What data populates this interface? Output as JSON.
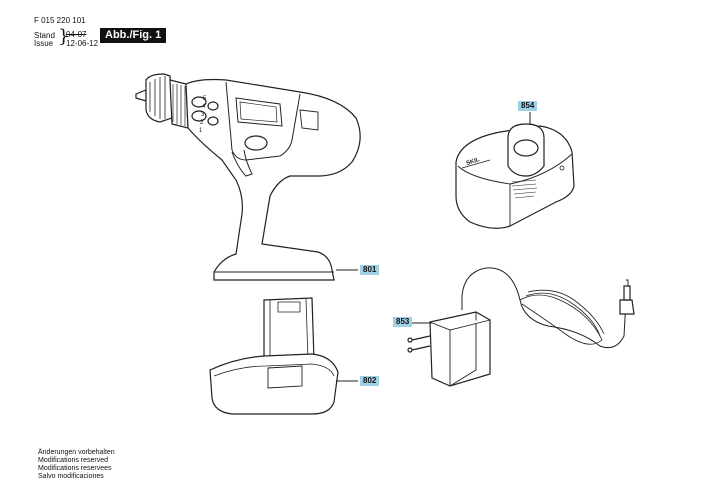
{
  "header": {
    "doc_number": "F 015 220 101",
    "stand_label": "Stand",
    "issue_label": "Issue",
    "stand_date": "04-07",
    "issue_date": "12-06-12",
    "figure_label": "Abb./Fig. 1"
  },
  "parts": {
    "drill": "801",
    "battery": "802",
    "adapter": "853",
    "charger": "854"
  },
  "drill_markings": {
    "gear_numbers": "1 2 3 4 5"
  },
  "charger_brand": "SKIL",
  "footer": [
    "Änderungen vorbehalten",
    "Modifications reserved",
    "Modifications reservees",
    "Salvo modificaciones"
  ]
}
